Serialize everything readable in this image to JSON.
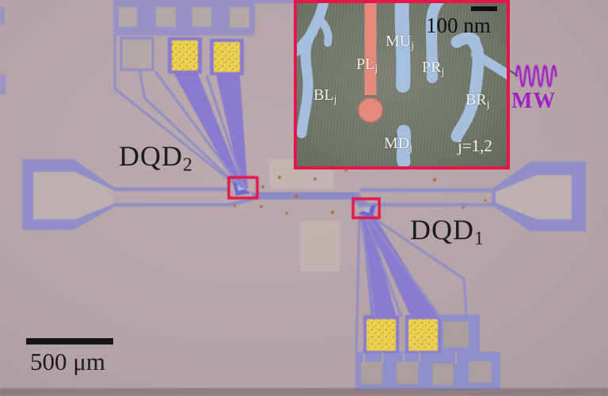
{
  "labels": {
    "dqd2": {
      "main": "DQD",
      "sub": "2"
    },
    "dqd1": {
      "main": "DQD",
      "sub": "1"
    },
    "mw": "MW",
    "scale_main": "500 μm"
  },
  "inset": {
    "scale_label": "100 nm",
    "index_label": "j=1,2",
    "gates": {
      "bl": {
        "main": "BL",
        "sub": "j"
      },
      "pl": {
        "main": "PL",
        "sub": "j"
      },
      "mu": {
        "main": "MU",
        "sub": "j"
      },
      "pr": {
        "main": "PR",
        "sub": "j"
      },
      "br": {
        "main": "BR",
        "sub": "j"
      },
      "md": {
        "main": "MD",
        "sub": "j"
      }
    }
  },
  "colors": {
    "background": "#b3a2a6",
    "trace_purple": "#908dc7",
    "fill_purple": "#8a7ad0",
    "pad_yellow": "#ecd452",
    "pad_gray": "#b2a8a6",
    "highlight_red": "#e4164a",
    "mw_purple": "#a21fc4",
    "gate_blue": "#a9c3e5",
    "gate_red": "#e6897e",
    "sem_background": "#6f7468"
  }
}
